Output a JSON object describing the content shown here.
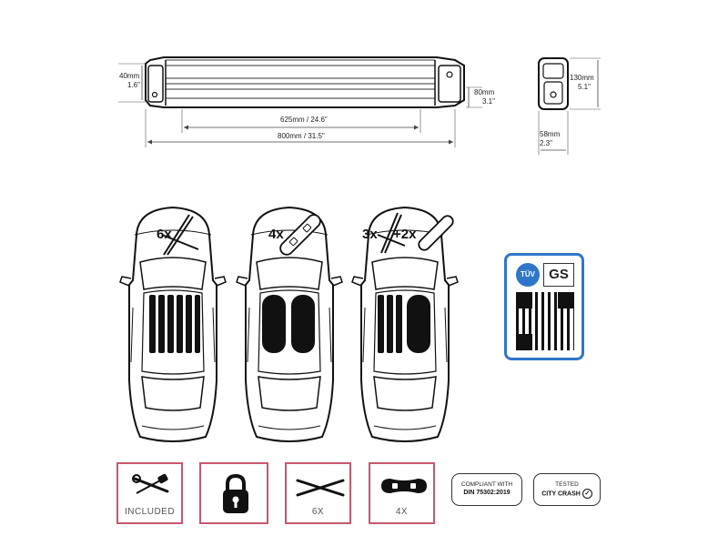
{
  "dimensions": {
    "height_left_mm": "40mm",
    "height_left_in": "1.6\"",
    "height_right_mm": "80mm",
    "height_right_in": "3.1\"",
    "inner_length": "625mm / 24.6\"",
    "total_length": "800mm / 31.5\"",
    "side_height_mm": "130mm",
    "side_height_in": "5.1\"",
    "side_width_mm": "58mm",
    "side_width_in": "2.3\""
  },
  "cars": [
    {
      "label": "6x"
    },
    {
      "label": "4x"
    },
    {
      "label_a": "3x",
      "label_b": "+2x"
    }
  ],
  "badges": {
    "tools": "INCLUDED",
    "skis": "6X",
    "boards": "4X"
  },
  "compliance": {
    "line1": "COMPLIANT WITH",
    "line2": "DIN 75302:2019"
  },
  "crash": {
    "line1": "TESTED",
    "line2": "CITY CRASH"
  },
  "cert": {
    "tuv": "TÜV",
    "gs": "GS"
  },
  "colors": {
    "badge_border": "#c9566e",
    "cert_border": "#2f76c9"
  }
}
